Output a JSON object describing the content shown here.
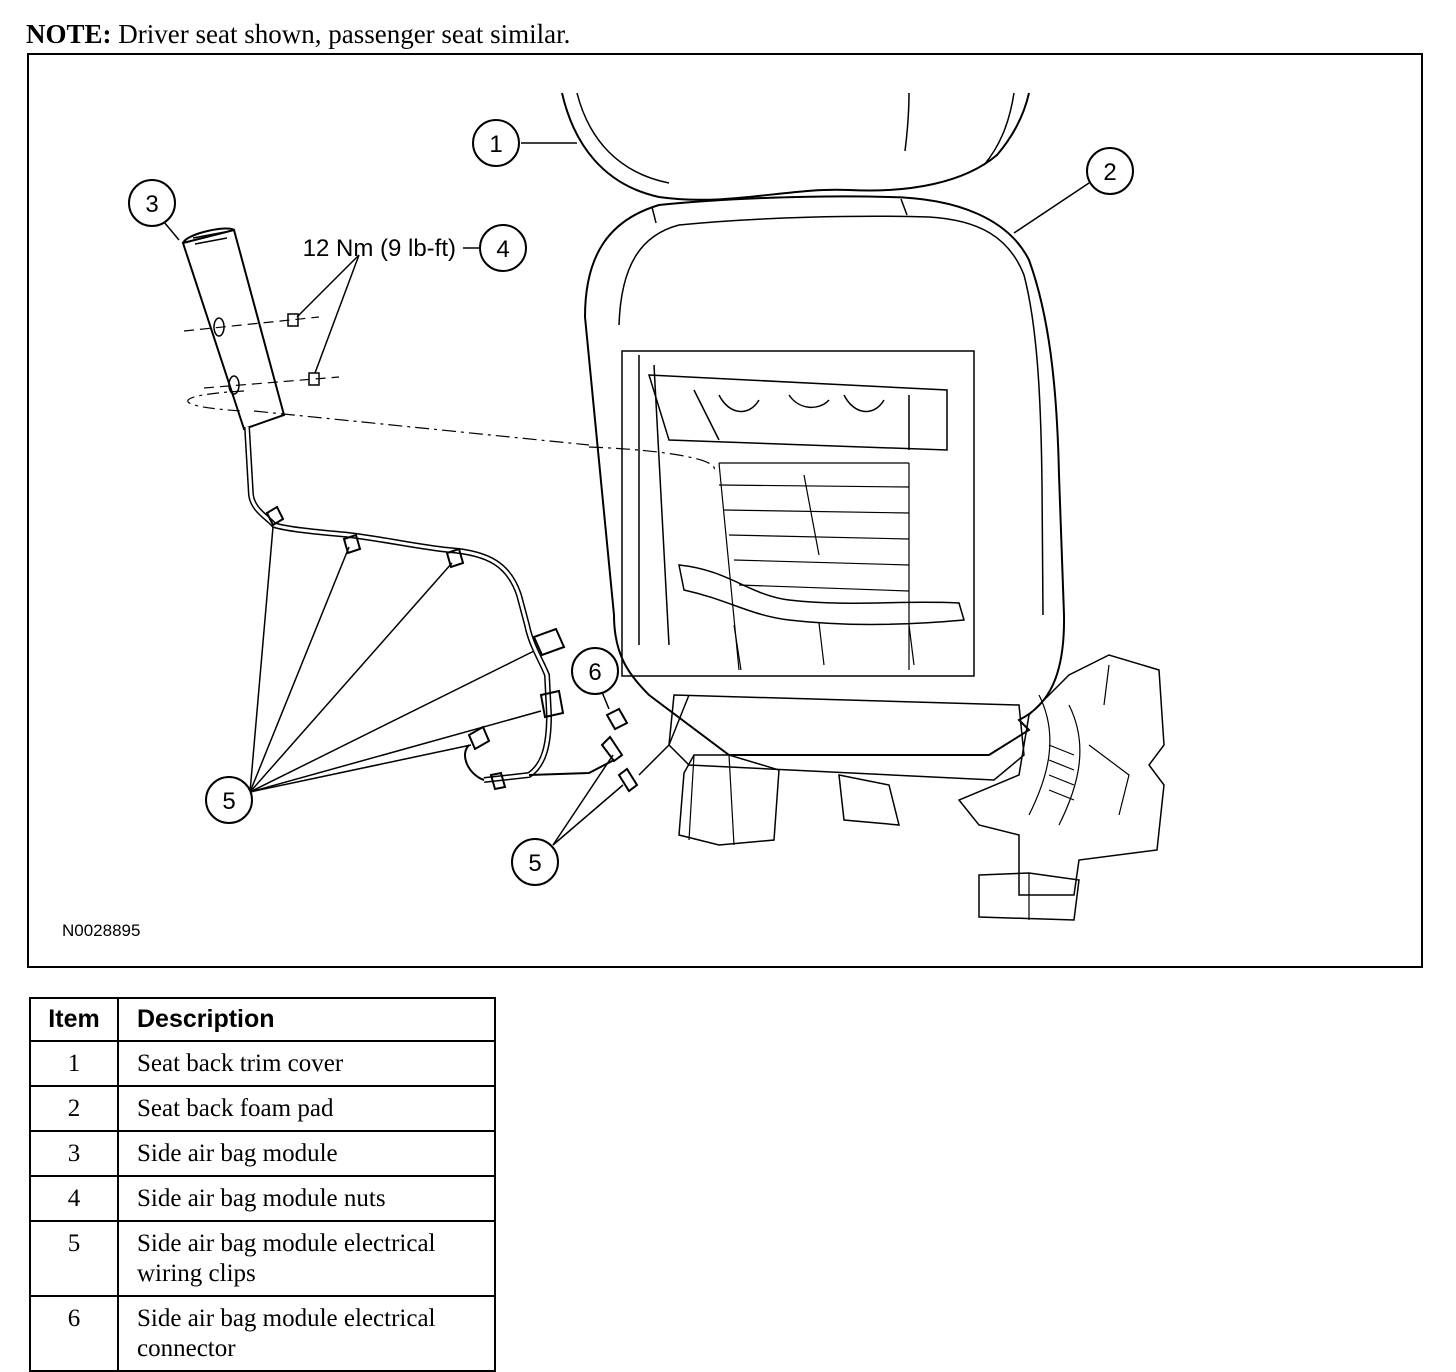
{
  "note": {
    "label": "NOTE:",
    "text": " Driver seat shown, passenger seat similar."
  },
  "figure": {
    "callouts": {
      "c1": "1",
      "c2": "2",
      "c3": "3",
      "c4": "4",
      "c5a": "5",
      "c5b": "5",
      "c6": "6"
    },
    "torque_label": "12 Nm (9 lb-ft)",
    "figure_id": "N0028895"
  },
  "legend": {
    "headers": {
      "item": "Item",
      "description": "Description"
    },
    "rows": [
      {
        "item": "1",
        "description": "Seat back trim cover"
      },
      {
        "item": "2",
        "description": "Seat back foam pad"
      },
      {
        "item": "3",
        "description": "Side air bag module"
      },
      {
        "item": "4",
        "description": "Side air bag module nuts"
      },
      {
        "item": "5",
        "description": "Side air bag module electrical wiring clips"
      },
      {
        "item": "6",
        "description": "Side air bag module electrical connector"
      }
    ]
  }
}
